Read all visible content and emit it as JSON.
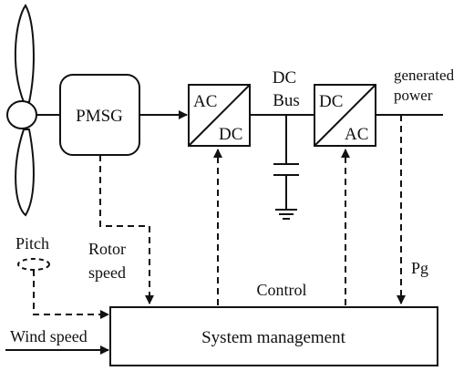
{
  "labels": {
    "pmsg": "PMSG",
    "rectifier_ac": "AC",
    "rectifier_dc": "DC",
    "dc_bus_line1": "DC",
    "dc_bus_line2": "Bus",
    "inverter_dc": "DC",
    "inverter_ac": "AC",
    "generated_power_line1": "generated",
    "generated_power_line2": "power",
    "pitch": "Pitch",
    "rotor_speed_line1": "Rotor",
    "rotor_speed_line2": "speed",
    "control": "Control",
    "pg": "Pg",
    "wind_speed": "Wind speed",
    "system_management": "System management"
  },
  "colors": {
    "line": "#111111",
    "background": "#ffffff"
  }
}
